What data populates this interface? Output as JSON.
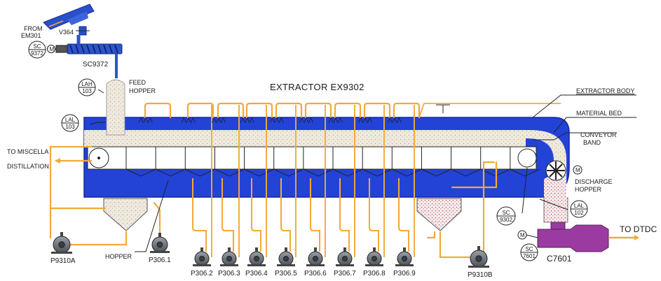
{
  "title": "EXTRACTOR EX9302",
  "colors": {
    "body": "#2343d6",
    "body_dark": "#14299a",
    "bed": "#eeeadf",
    "pipe": "#f2a93a",
    "pump": "#5a5f66",
    "screw": "#2d55c4",
    "dtdc_conveyor": "#9b3aa0",
    "instrument": "#222222"
  },
  "labels": {
    "from_em": "FROM\nEM301",
    "valve": "V364",
    "screw_conveyor": "SC9372",
    "feed_hopper": "FEED\nHOPPER",
    "extractor_body": "EXTRACTOR BODY",
    "material_bed": "MATERIAL BED",
    "conveyor_band": "CONVEYOR\nBAND",
    "discharge_hopper": "DISCHARGE\nHOPPER",
    "to_miscella": "TO MISCELLA",
    "distillation": "DISTILLATION",
    "hopper": "HOPPER",
    "conveyor_c": "C7601",
    "to_dtdc": "TO DTDC",
    "motor": "M"
  },
  "instruments": {
    "sc_feed": [
      "SC",
      "9372"
    ],
    "lah": [
      "LAH",
      "103"
    ],
    "lal_left": [
      "LAL",
      "103"
    ],
    "sc_band": [
      "SC",
      "9302"
    ],
    "lal_right": [
      "LAL",
      "102"
    ],
    "sc_c": [
      "SC",
      "7601"
    ]
  },
  "pumps": {
    "main_left": "P9310A",
    "main_right": "P9310B",
    "p306_1": "P306.1",
    "bottom": [
      "P306.2",
      "P306.3",
      "P306.4",
      "P306.5",
      "P306.6",
      "P306.7",
      "P306.8",
      "P306.9"
    ]
  }
}
